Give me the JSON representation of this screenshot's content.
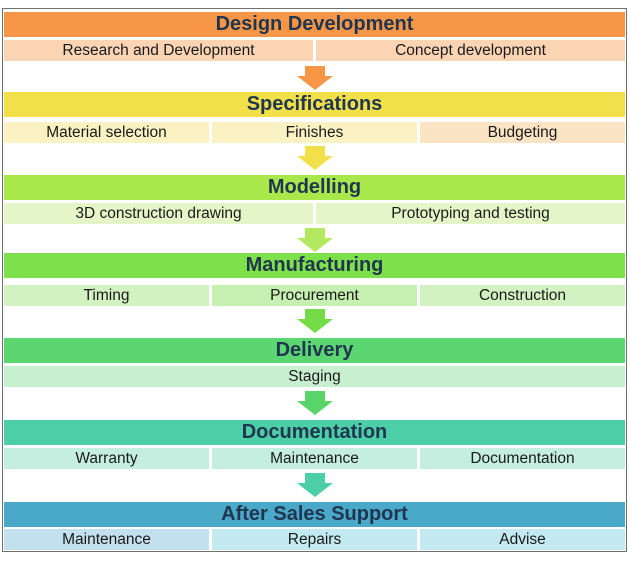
{
  "stages": [
    {
      "title": "Design Development",
      "items": [
        "Research and Development",
        "Concept development"
      ],
      "colors": {
        "band": "#f79646",
        "cells": [
          "#fbd4b4",
          "#fbd4b4"
        ],
        "arrow": "#f79646"
      }
    },
    {
      "title": "Specifications",
      "items": [
        "Material selection",
        "Finishes",
        "Budgeting"
      ],
      "colors": {
        "band": "#f2e04a",
        "cells": [
          "#faf2c2",
          "#faf2c2",
          "#fbe4c4"
        ],
        "arrow": "#f2e04a"
      }
    },
    {
      "title": "Modelling",
      "items": [
        "3D construction drawing",
        "Prototyping and testing"
      ],
      "colors": {
        "band": "#a9e84a",
        "cells": [
          "#e4f6c8",
          "#e4f6c8"
        ],
        "arrow": "#b4e85e"
      }
    },
    {
      "title": "Manufacturing",
      "items": [
        "Timing",
        "Procurement",
        "Construction"
      ],
      "colors": {
        "band": "#7ee04a",
        "cells": [
          "#d2f2c2",
          "#c6f0b2",
          "#d2f2c2"
        ],
        "arrow": "#74dc46"
      }
    },
    {
      "title": "Delivery",
      "items": [
        "Staging"
      ],
      "colors": {
        "band": "#5cd670",
        "cells": [
          "#c8f0d0"
        ],
        "arrow": "#58d468"
      }
    },
    {
      "title": "Documentation",
      "items": [
        "Warranty",
        "Maintenance",
        "Documentation"
      ],
      "colors": {
        "band": "#4ccfa6",
        "cells": [
          "#c4eee0",
          "#c4eee0",
          "#c4eee0"
        ],
        "arrow": "#4ccfa6"
      }
    },
    {
      "title": "After Sales Support",
      "items": [
        "Maintenance",
        "Repairs",
        "Advise"
      ],
      "colors": {
        "band": "#4aa8c8",
        "cells": [
          "#c2e0ee",
          "#c2eaf0",
          "#c2eaf0"
        ],
        "arrow": null
      }
    }
  ]
}
